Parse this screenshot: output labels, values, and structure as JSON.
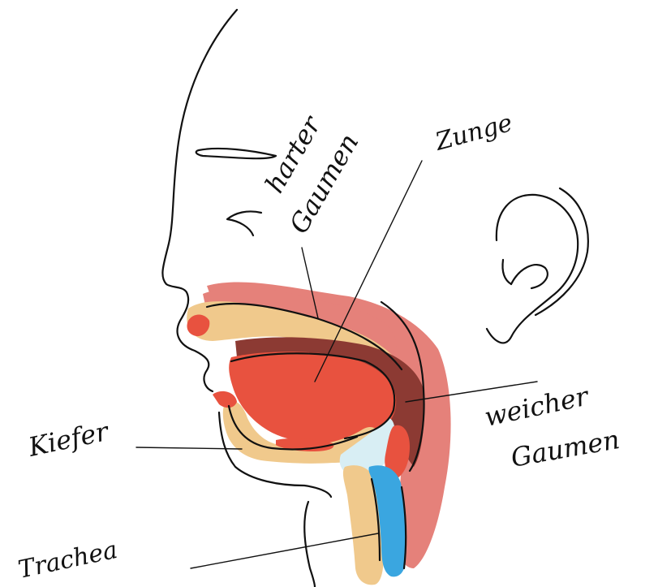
{
  "labels": {
    "harter_line1": "harter",
    "harter_line2": "Gaumen",
    "zunge": "Zunge",
    "weicher_line1": "weicher",
    "weicher_line2": "Gaumen",
    "kiefer": "Kiefer",
    "trachea": "Trachea"
  },
  "colors": {
    "outer_tissue": "#e5817a",
    "bone": "#f0c98c",
    "tongue": "#e8523f",
    "soft_palate": "#8c3a33",
    "airway": "#3aa6e0",
    "cartilage": "#d8eef4",
    "ink": "#111111"
  }
}
